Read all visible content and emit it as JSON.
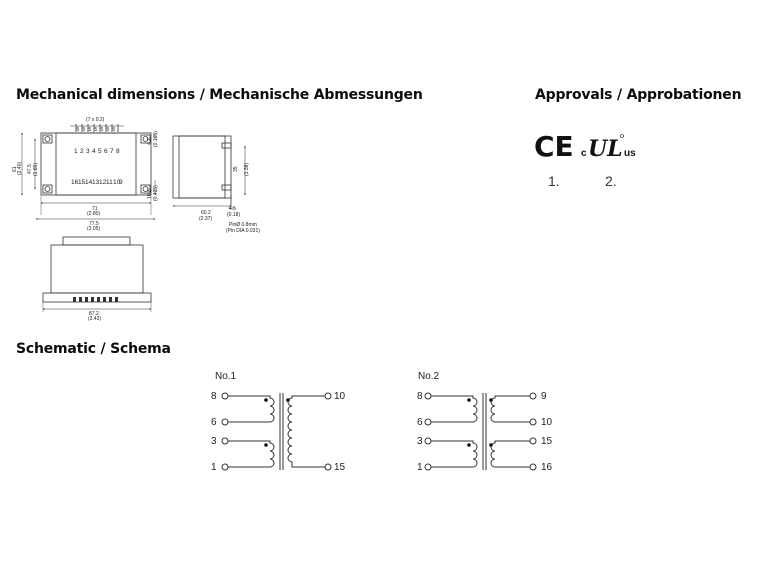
{
  "headings": {
    "mechanical": "Mechanical dimensions / Mechanische Abmessungen",
    "approvals": "Approvals / Approbationen",
    "schematic": "Schematic / Schema"
  },
  "approvals": {
    "ce_mark": "CE",
    "ul_c": "c",
    "ul_mark": "UL",
    "ul_us": "us",
    "num1": "1.",
    "num2": "2."
  },
  "mechanical": {
    "pitch_note": "(7 x 0.2)",
    "pitch_5": "5",
    "top_pins": [
      "1",
      "2",
      "3",
      "4",
      "5",
      "6",
      "7",
      "8"
    ],
    "bottom_pins": [
      "16",
      "15",
      "14",
      "13",
      "12",
      "11",
      "10",
      "9"
    ],
    "h61": "61",
    "h61_in": "(2.40)",
    "h47": "47.5",
    "h47_in": "(1.85)",
    "w71": "71",
    "w71_in": "(2.80)",
    "w77": "77.5",
    "w77_in": "(3.05)",
    "d4": "4.2",
    "d4_in": "(0.165)",
    "d10": "10.8",
    "d10_in": "(0.425)",
    "side_h": "35",
    "side_h_in": "(1.38)",
    "side_w": "60.2",
    "side_w_in": "(2.37)",
    "pin_len": "4.5",
    "pin_len_in": "(0.18)",
    "pin_dia": "PinØ 0.8mm",
    "pin_dia_in": "(Pin DIA 0.031)",
    "front_w": "87.2",
    "front_w_in": "(3.43)"
  },
  "schematic": {
    "no1": {
      "title": "No.1",
      "primary": [
        "8",
        "6",
        "3",
        "1"
      ],
      "secondary": [
        "10",
        "15"
      ]
    },
    "no2": {
      "title": "No.2",
      "primary": [
        "8",
        "6",
        "3",
        "1"
      ],
      "secondary": [
        "9",
        "10",
        "15",
        "16"
      ]
    }
  }
}
